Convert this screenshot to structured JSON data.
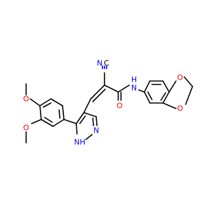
{
  "atoms": {
    "n_pyrazole": "N",
    "nh_pyrazole": "NH",
    "n_nitrile": "N",
    "c_nitrile": "C",
    "n_amide": "N",
    "h_amide": "H",
    "o_carbonyl": "O",
    "o_methoxy_top": "O",
    "o_methoxy_bottom": "O",
    "o_dioxole_top": "O",
    "o_dioxole_bottom": "O"
  },
  "colors": {
    "bond": "#000000",
    "nitrogen": "#0000ff",
    "oxygen": "#ff0000"
  }
}
